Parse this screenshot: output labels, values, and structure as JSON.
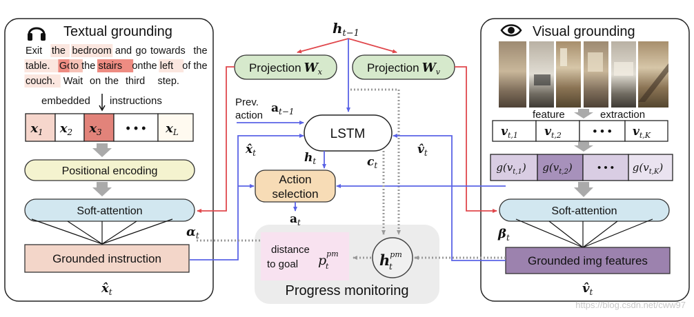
{
  "textual_panel": {
    "title": "Textual grounding",
    "icon": "headphones-icon",
    "instruction_words": [
      {
        "w": "Exit",
        "hl": 0
      },
      {
        "w": "the",
        "hl": 1
      },
      {
        "w": "bedroom",
        "hl": 1
      },
      {
        "w": "and",
        "hl": 0
      },
      {
        "w": "go",
        "hl": 0
      },
      {
        "w": "towards",
        "hl": 0
      },
      {
        "w": "the",
        "hl": 0
      },
      {
        "w": "table.",
        "hl": 1
      },
      {
        "w": "Go",
        "hl": 3
      },
      {
        "w": "to",
        "hl": 2
      },
      {
        "w": "the",
        "hl": 0
      },
      {
        "w": "stairs",
        "hl": 3
      },
      {
        "w": "on",
        "hl": 0
      },
      {
        "w": "the",
        "hl": 0
      },
      {
        "w": "left",
        "hl": 1
      },
      {
        "w": "of",
        "hl": 0
      },
      {
        "w": "the",
        "hl": 0
      },
      {
        "w": "couch.",
        "hl": 1
      },
      {
        "w": "Wait",
        "hl": 0
      },
      {
        "w": "on",
        "hl": 0
      },
      {
        "w": "the",
        "hl": 0
      },
      {
        "w": "third",
        "hl": 0
      },
      {
        "w": "step.",
        "hl": 0
      }
    ],
    "embedded_label_left": "embedded",
    "embedded_label_right": "instructions",
    "tokens": [
      "x",
      "x",
      "x",
      "• • •",
      "x"
    ],
    "token_subs": [
      "1",
      "2",
      "3",
      "",
      "L"
    ],
    "positional_encoding": "Positional encoding",
    "soft_attention": "Soft-attention",
    "grounded": "Grounded instruction",
    "alpha": "α",
    "alpha_sub": "t",
    "x_hat": "x̂",
    "x_hat_sub": "t"
  },
  "visual_panel": {
    "title": "Visual grounding",
    "icon": "eye-icon",
    "feature_label": "feature",
    "extraction_label": "extraction",
    "features": [
      "v",
      "v",
      "• • •",
      "v"
    ],
    "feature_subs": [
      "t,1",
      "t,2",
      "",
      "t,K"
    ],
    "gfeatures": [
      "g(v",
      "g(v",
      "• • •",
      "g(v"
    ],
    "gfeature_subs": [
      "t,1",
      "t,2",
      "",
      "t,K"
    ],
    "soft_attention": "Soft-attention",
    "grounded": "Grounded img features",
    "beta": "β",
    "beta_sub": "t",
    "v_hat": "v̂",
    "v_hat_sub": "t"
  },
  "center": {
    "h_prev": "h",
    "h_prev_sub": "t−1",
    "proj_x": "Projection",
    "proj_x_sym": "W",
    "proj_x_sub": "x",
    "proj_v": "Projection",
    "proj_v_sym": "W",
    "proj_v_sub": "v",
    "prev_action_1": "Prev.",
    "prev_action_2": "action",
    "a_prev": "a",
    "a_prev_sub": "t−1",
    "lstm": "LSTM",
    "x_hat": "x̂",
    "x_hat_sub": "t",
    "v_hat": "v̂",
    "v_hat_sub": "t",
    "h_t": "h",
    "h_t_sub": "t",
    "c_t": "c",
    "c_t_sub": "t",
    "action_1": "Action",
    "action_2": "selection",
    "a_t": "a",
    "a_t_sub": "t"
  },
  "progress": {
    "distance_1": "distance",
    "distance_2": "to goal",
    "p": "p",
    "p_sup": "pm",
    "p_sub": "t",
    "h": "h",
    "h_sup": "pm",
    "h_sub": "t",
    "label": "Progress monitoring"
  },
  "watermark": "https://blog.csdn.net/cww97",
  "colors": {
    "red_arrow": "#e0474c",
    "blue_arrow": "#5a63e6",
    "proj_fill": "#d6e9cc",
    "pos_fill": "#f4f3cf",
    "soft_fill": "#d2e7f0",
    "ground_fill": "#f3d6c9",
    "action_fill": "#f7dcb6",
    "grounded_img_fill": "#9c82ae",
    "progress_bg": "#ececec",
    "distance_bg": "#f8e2f0"
  }
}
